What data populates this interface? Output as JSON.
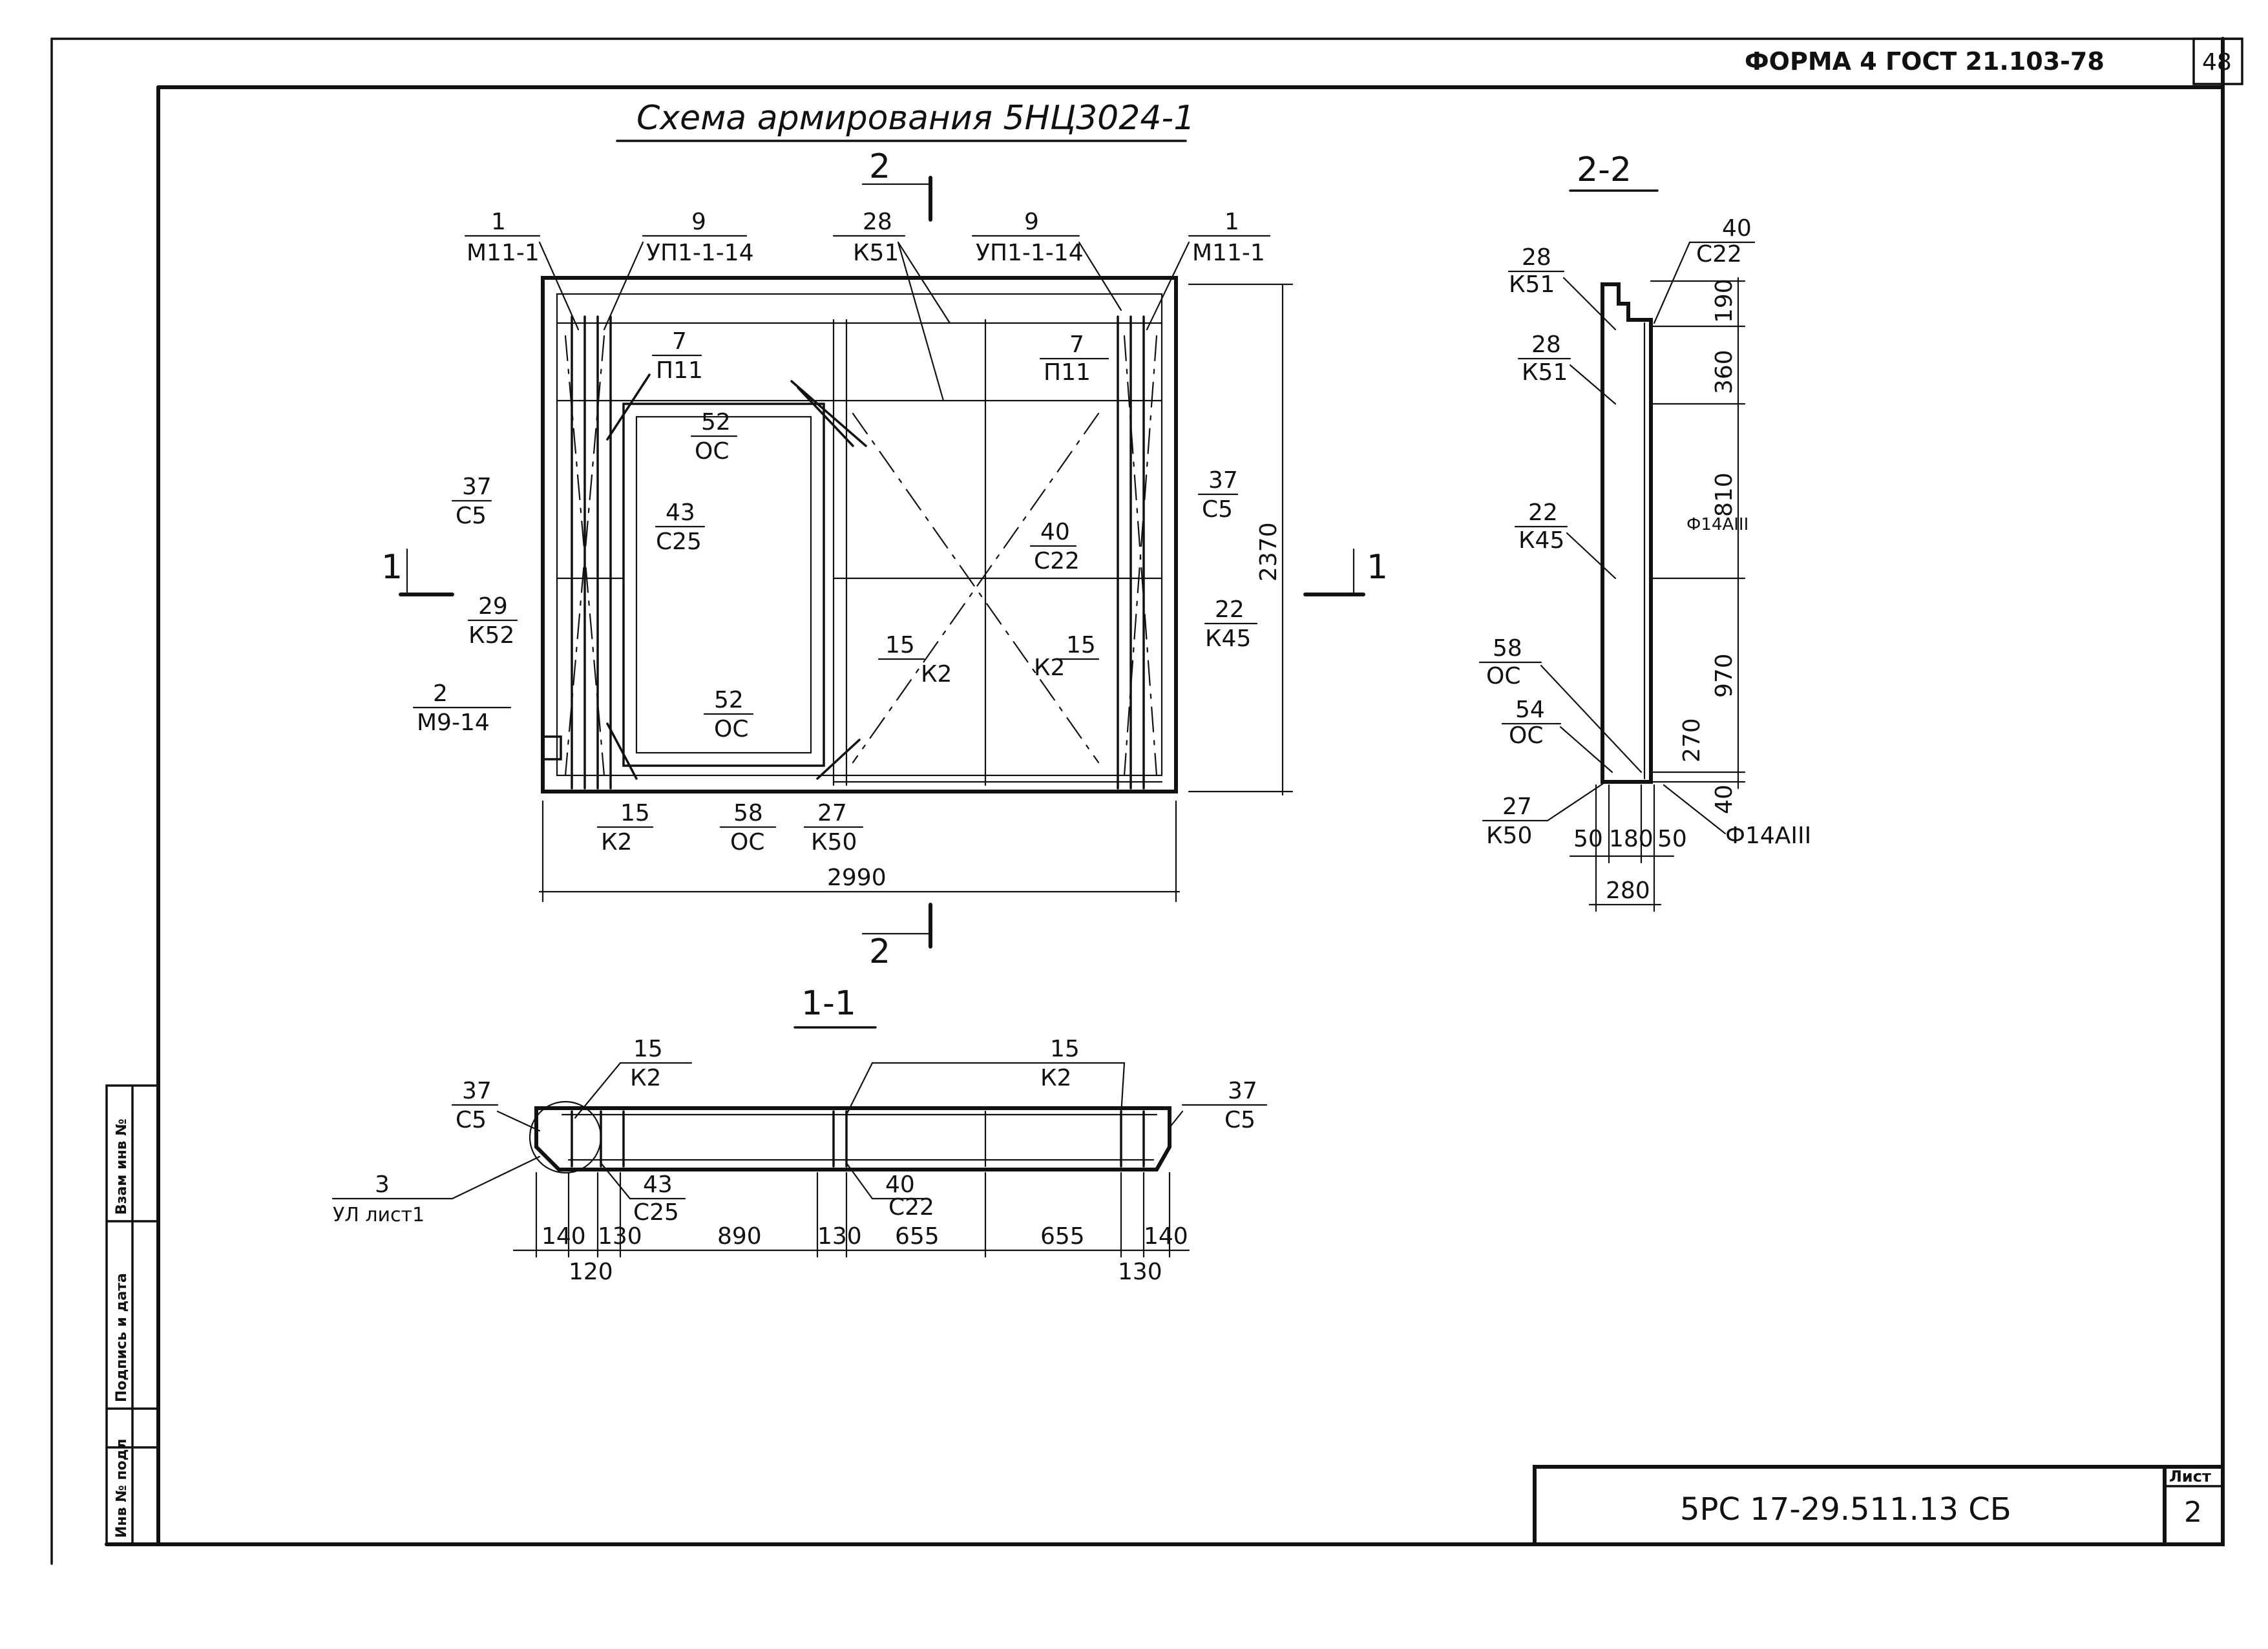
{
  "header": {
    "form_stamp": "ФОРМА 4 ГОСТ 21.103-78",
    "page_no": "48"
  },
  "drawing": {
    "title": "Схема армирования 5НЦ3024-1",
    "main": {
      "section_mark_top": "2",
      "section_mark_bottom": "2",
      "section_mark_left": "1",
      "section_mark_right": "1",
      "dim_width": "2990",
      "dim_height": "2370",
      "callouts": [
        {
          "num": "1",
          "code": "М11-1"
        },
        {
          "num": "9",
          "code": "УП1-1-14"
        },
        {
          "num": "28",
          "code": "К51"
        },
        {
          "num": "9",
          "code": "УП1-1-14"
        },
        {
          "num": "1",
          "code": "М11-1"
        },
        {
          "num": "7",
          "code": "П11"
        },
        {
          "num": "7",
          "code": "П11"
        },
        {
          "num": "52",
          "code": "ОС"
        },
        {
          "num": "37",
          "code": "С5"
        },
        {
          "num": "43",
          "code": "С25"
        },
        {
          "num": "40",
          "code": "С22"
        },
        {
          "num": "37",
          "code": "С5"
        },
        {
          "num": "29",
          "code": "К52"
        },
        {
          "num": "22",
          "code": "К45"
        },
        {
          "num": "15",
          "code": "К2"
        },
        {
          "num": "15",
          "code": "К2"
        },
        {
          "num": "2",
          "code": "М9-14"
        },
        {
          "num": "52",
          "code": "ОС"
        },
        {
          "num": "15",
          "code": "К2"
        },
        {
          "num": "58",
          "code": "ОС"
        },
        {
          "num": "27",
          "code": "К50"
        }
      ]
    },
    "section_1_1": {
      "title": "1-1",
      "callouts": [
        {
          "num": "37",
          "code": "С5"
        },
        {
          "num": "15",
          "code": "К2"
        },
        {
          "num": "15",
          "code": "К2"
        },
        {
          "num": "37",
          "code": "С5"
        },
        {
          "num": "3",
          "code": "УЛ лист1"
        },
        {
          "num": "43",
          "code": "С25"
        },
        {
          "num": "40",
          "code": "С22"
        }
      ],
      "dims": [
        "140",
        "130",
        "890",
        "130",
        "655",
        "655",
        "140"
      ],
      "dims_sub": [
        "120",
        "130"
      ]
    },
    "section_2_2": {
      "title": "2-2",
      "callouts": [
        {
          "num": "40",
          "code": "С22"
        },
        {
          "num": "28",
          "code": "К51"
        },
        {
          "num": "28",
          "code": "К51"
        },
        {
          "num": "22",
          "code": "К45"
        },
        {
          "num": "58",
          "code": "ОС"
        },
        {
          "num": "54",
          "code": "ОС"
        },
        {
          "num": "27",
          "code": "К50"
        }
      ],
      "rebar_notes": [
        "Ф14АIII",
        "Ф14АIII"
      ],
      "dims_vertical": [
        "190",
        "360",
        "810",
        "970",
        "270",
        "40"
      ],
      "dims_bottom": [
        "50",
        "180",
        "50"
      ],
      "dim_total": "280"
    }
  },
  "left_strip": [
    "Инв № подл",
    "Подпись и дата",
    "Взам инв №"
  ],
  "title_block": {
    "code": "5РС 17-29.511.13 СБ",
    "sheet_label": "Лист",
    "sheet_no": "2"
  }
}
